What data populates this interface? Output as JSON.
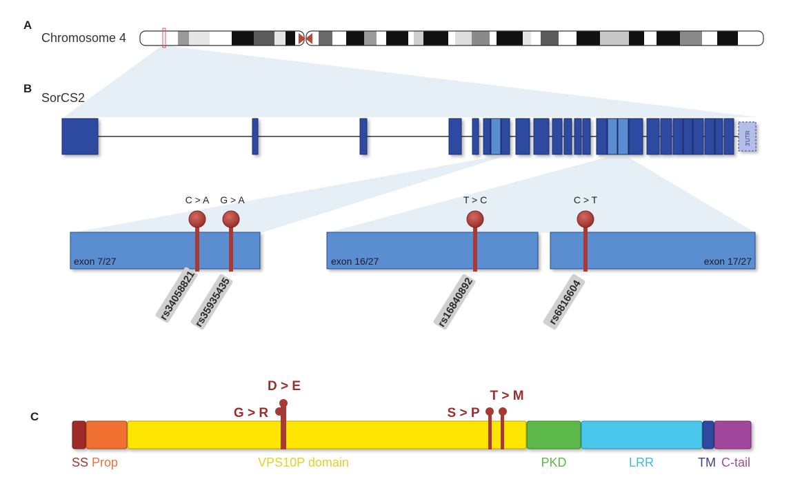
{
  "panel_a": {
    "letter": "A",
    "label": "Chromosome 4"
  },
  "panel_b": {
    "letter": "B",
    "gene": "SorCS2",
    "utr_label": "3'UTR",
    "exons": [
      {
        "label": "exon 7/27",
        "snps": [
          {
            "change": "C > A",
            "rsid": "rs34058821"
          },
          {
            "change": "G > A",
            "rsid": "rs35935435"
          }
        ]
      },
      {
        "label": "exon 16/27",
        "snps": [
          {
            "change": "T > C",
            "rsid": "rs16840892"
          }
        ]
      },
      {
        "label": "exon 17/27",
        "snps": [
          {
            "change": "C > T",
            "rsid": "rs6816604"
          }
        ]
      }
    ]
  },
  "panel_c": {
    "letter": "C",
    "mutations": [
      "D > E",
      "G > R",
      "T > M",
      "S > P"
    ],
    "domains": [
      {
        "name": "SS",
        "color": "#9e2b2b",
        "label_color": "#a03434"
      },
      {
        "name": "Prop",
        "color": "#f07030",
        "label_color": "#e8733a"
      },
      {
        "name": "VPS10P domain",
        "color": "#ffe600",
        "label_color": "#e4d02a"
      },
      {
        "name": "PKD",
        "color": "#5cb848",
        "label_color": "#5cb848"
      },
      {
        "name": "LRR",
        "color": "#48c8ec",
        "label_color": "#40b8e0"
      },
      {
        "name": "TM",
        "color": "#2f4aa0",
        "label_color": "#3a3f8f"
      },
      {
        "name": "C-tail",
        "color": "#a04a9c",
        "label_color": "#a04a9c"
      }
    ]
  },
  "colors": {
    "exon_dark": "#2f4aa0",
    "exon_light": "#5a8ed0",
    "snp": "#a83a36",
    "zoom_fill": "#dde8f2"
  }
}
